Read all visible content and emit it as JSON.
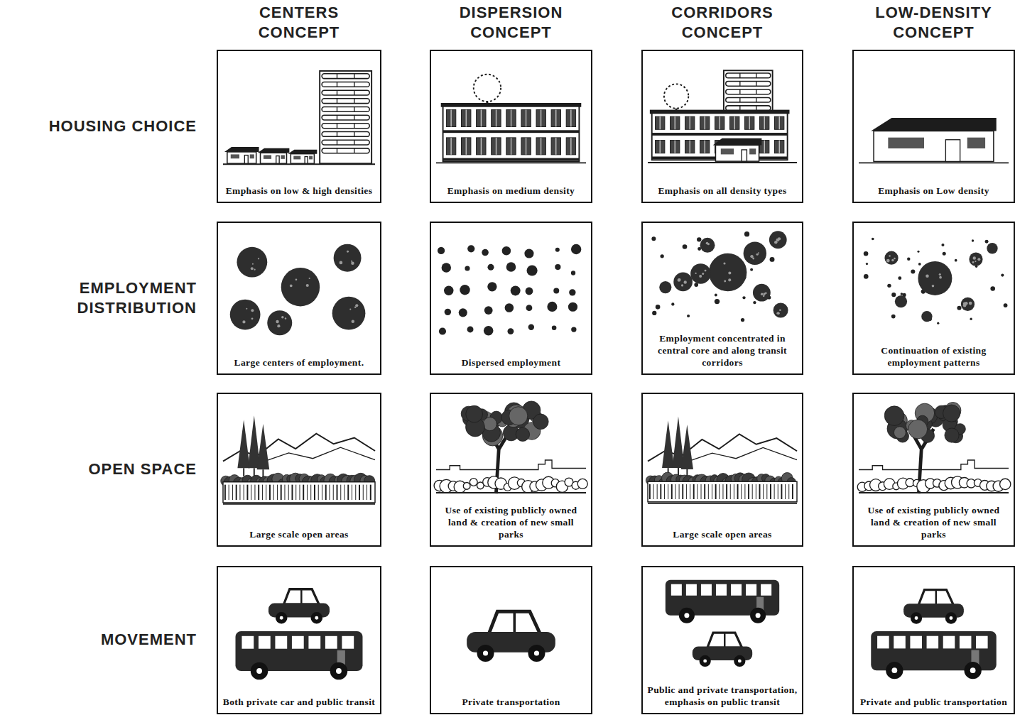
{
  "diagram": {
    "nodes": [
      {
        "text": [
          "Emphasis on low & high densities"
        ]
      },
      {
        "text": [
          "Emphasis on medium density"
        ]
      },
      {
        "text": [
          "Emphasis on all density types"
        ]
      },
      {
        "text": [
          "Emphasis on Low density"
        ]
      },
      {
        "text": [
          "Large centers of employment."
        ]
      },
      {
        "text": [
          "Dispersed employment"
        ]
      },
      {
        "text": [
          "Employment concentrated in central core and along transit corridors"
        ]
      },
      {
        "text": [
          "Continuation of existing employment patterns"
        ]
      },
      {
        "text": [
          "Large scale open areas"
        ]
      },
      {
        "text": [
          "Use of existing publicly owned land & creation of new small parks"
        ]
      },
      {
        "text": [
          "Large scale open areas"
        ]
      },
      {
        "text": [
          "Use of existing publicly owned land & creation of new small parks"
        ]
      },
      {
        "text": [
          "Both private car and public transit"
        ]
      },
      {
        "text": [
          "Private transportation"
        ]
      },
      {
        "text": [
          "Public and private transportation, emphasis on public transit"
        ]
      },
      {
        "text": [
          "Private and public transportation"
        ]
      }
    ],
    "labels": [
      "CENTERS CONCEPT",
      "DISPERSION CONCEPT",
      "CORRIDORS CONCEPT",
      "LOW-DENSITY CONCEPT",
      "HOUSING CHOICE",
      "EMPLOYMENT DISTRIBUTION",
      "OPEN SPACE",
      "MOVEMENT"
    ]
  }
}
